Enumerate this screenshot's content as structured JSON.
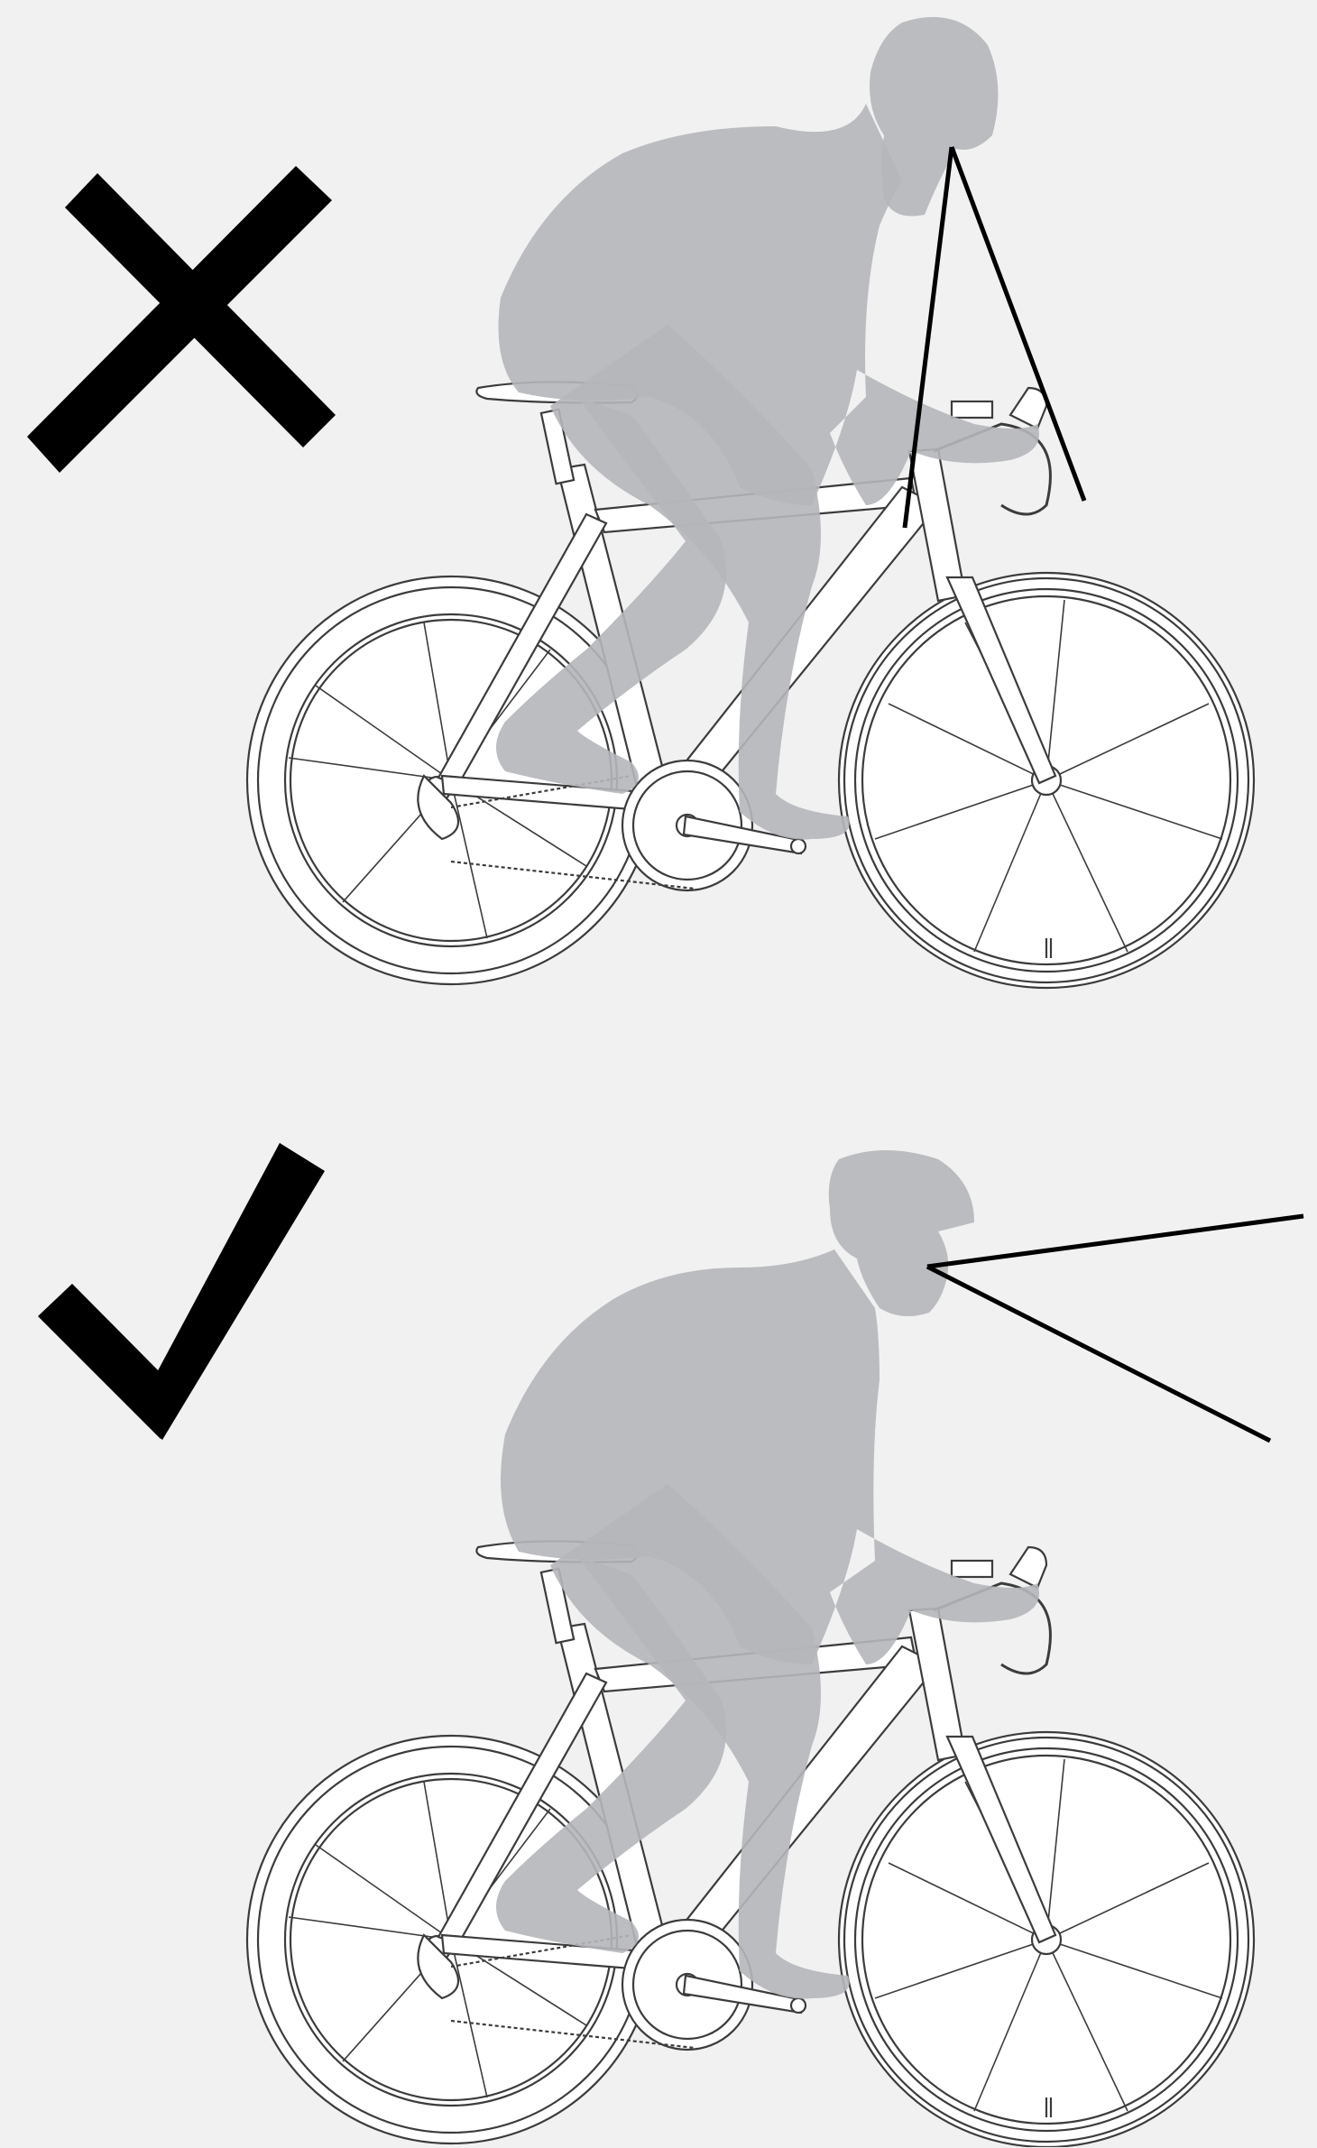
{
  "panels": [
    {
      "id": "incorrect",
      "marker": "cross-icon",
      "marker_meaning": "incorrect",
      "gaze": "down-at-handlebars"
    },
    {
      "id": "correct",
      "marker": "checkmark-icon",
      "marker_meaning": "correct",
      "gaze": "ahead-at-road"
    }
  ],
  "colors": {
    "background": "#f1f1f1",
    "rider_silhouette": "#b5b6b9",
    "bike_outline": "#3c3c3c",
    "bike_fill": "#ffffff",
    "marker": "#000000",
    "sight_lines": "#000000"
  }
}
